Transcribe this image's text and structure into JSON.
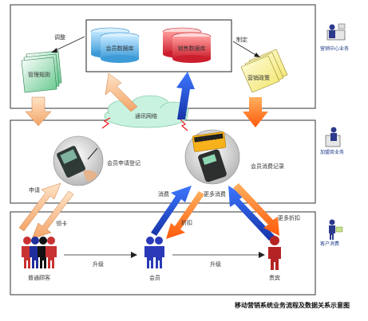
{
  "diagram": {
    "caption": "移动营销系统业务流程及数据关系示意图",
    "network_label": "通讯网络",
    "databases": {
      "member_db": "会员数据库",
      "sales_db": "销售数据库"
    },
    "documents": {
      "rules": "管理规则",
      "policy": "营销政策"
    },
    "arrow_labels": {
      "adjust": "调整",
      "formulate": "制定",
      "apply": "申请",
      "get_card": "领卡",
      "consume": "消费",
      "more_consume": "更多消费",
      "discount": "折扣",
      "more_discount": "更多折扣",
      "upgrade_1": "升级",
      "upgrade_2": "升级"
    },
    "middle": {
      "registration": "会员申请登记",
      "consumption_record": "会员消费记录",
      "card_text": "消费积分卡"
    },
    "customers": {
      "ordinary": "普通顾客",
      "member": "会员",
      "vip": "贵宾"
    },
    "side_labels": {
      "top": "营销中心业务",
      "middle": "加盟商业务",
      "bottom": "客户消费"
    }
  }
}
